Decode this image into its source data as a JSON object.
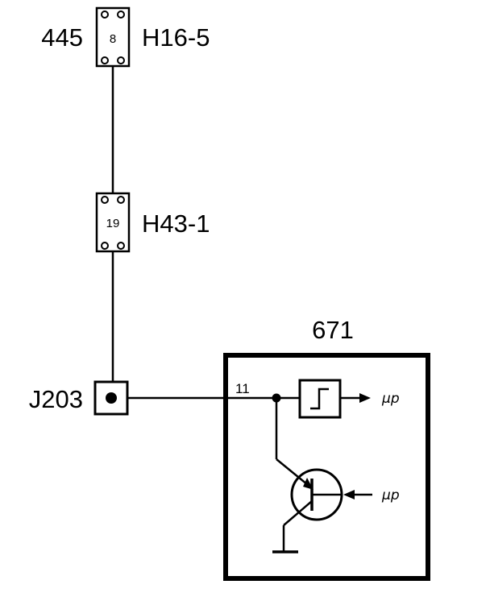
{
  "connector_top": {
    "left_label": "445",
    "pin": "8",
    "right_label": "H16-5"
  },
  "connector_mid": {
    "pin": "19",
    "label": "H43-1"
  },
  "junction": {
    "label": "J203"
  },
  "module": {
    "label": "671",
    "pin": "11",
    "output_label": "μp",
    "input_label": "μp"
  }
}
